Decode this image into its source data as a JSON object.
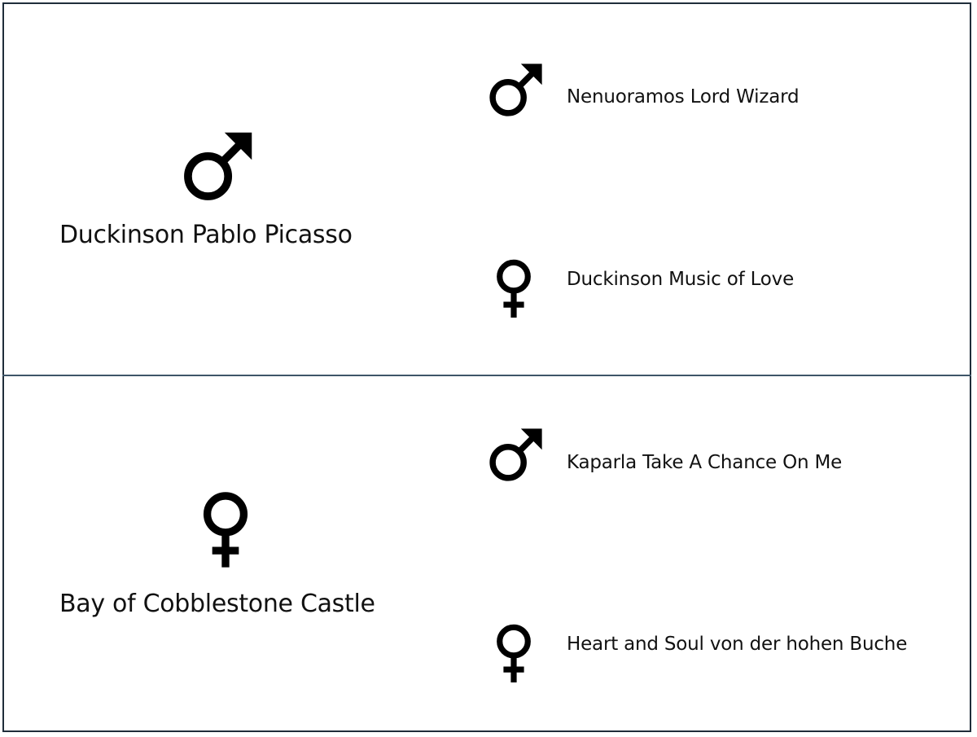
{
  "litter_1": {
    "parent": {
      "name": "Duckinson Pablo Picasso",
      "sex_icon": "male-icon"
    },
    "offspring": [
      {
        "name": "Nenuoramos Lord Wizard",
        "sex_icon": "male-icon"
      },
      {
        "name": "Duckinson Music of Love",
        "sex_icon": "female-icon"
      }
    ]
  },
  "litter_2": {
    "parent": {
      "name": "Bay of Cobblestone Castle",
      "sex_icon": "female-icon"
    },
    "offspring": [
      {
        "name": "Kaparla Take A Chance On Me",
        "sex_icon": "male-icon"
      },
      {
        "name": "Heart and Soul von der hohen Buche",
        "sex_icon": "female-icon"
      }
    ]
  },
  "colors": {
    "border": "#1f2d3a",
    "divider": "#3e5568",
    "symbol": "#000000",
    "text": "#111111"
  }
}
